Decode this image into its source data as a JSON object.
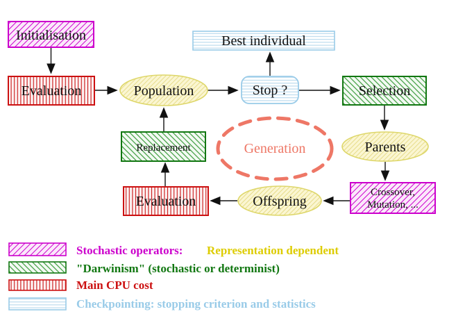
{
  "diagram": {
    "title": "Evolutionary algorithm flow diagram",
    "nodes": {
      "initialisation": {
        "label": "Initialisation"
      },
      "evaluation_top": {
        "label": "Evaluation"
      },
      "population": {
        "label": "Population"
      },
      "best_individual": {
        "label": "Best individual"
      },
      "stop": {
        "label": "Stop ?"
      },
      "selection": {
        "label": "Selection"
      },
      "replacement": {
        "label": "Replacement"
      },
      "parents": {
        "label": "Parents"
      },
      "generation": {
        "label": "Generation"
      },
      "evaluation_bottom": {
        "label": "Evaluation"
      },
      "offspring": {
        "label": "Offspring"
      },
      "crossover": {
        "label_line1": "Crossover,",
        "label_line2": "Mutation, ..."
      }
    },
    "colors": {
      "magenta": "#cc00cc",
      "green": "#117711",
      "red": "#cc1111",
      "gold": "#ddcc00",
      "yellow_border": "#ded76a",
      "cyan": "#99cbe8",
      "salmon": "#ee7766",
      "black": "#111111"
    }
  },
  "legend": {
    "items": [
      {
        "swatch": "magenta-hatch",
        "text": "Stochastic operators:",
        "text2": "Representation dependent"
      },
      {
        "swatch": "green-hatch",
        "text": "\"Darwinism\" (stochastic or determinist)"
      },
      {
        "swatch": "red-stripes",
        "text": "Main CPU cost"
      },
      {
        "swatch": "cyan-lines",
        "text": "Checkpointing: stopping criterion and statistics"
      }
    ]
  }
}
